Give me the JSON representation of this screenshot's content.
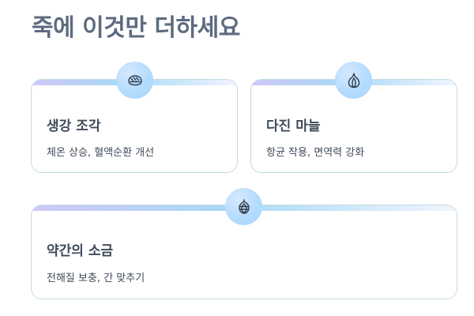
{
  "title": "죽에 이것만 더하세요",
  "cards": [
    {
      "title": "생강 조각",
      "description": "체온 상승, 혈액순환 개선",
      "icon": "ginger-icon"
    },
    {
      "title": "다진 마늘",
      "description": "항균 작용, 면역력 강화",
      "icon": "garlic-icon"
    },
    {
      "title": "약간의 소금",
      "description": "전해질 보충, 간 맞추기",
      "icon": "herb-icon"
    }
  ],
  "colors": {
    "title": "#5d6b80",
    "text": "#3f4b5b",
    "card_border": "#c3dbe2",
    "badge": "#b3dcff",
    "icon_stroke": "#2f3a4a"
  }
}
